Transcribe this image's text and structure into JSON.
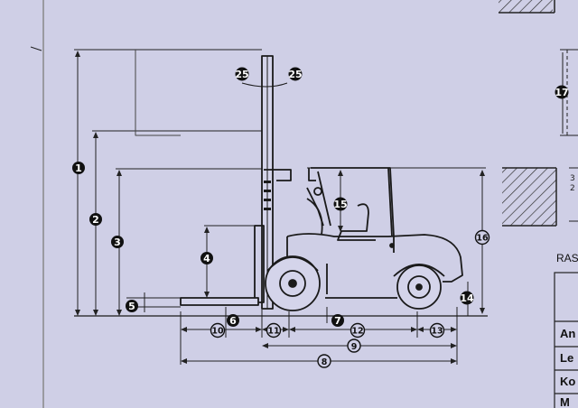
{
  "colors": {
    "background": "#c9c9e2",
    "page": "#cfcfe6",
    "ink": "#1a1a1a",
    "hatch": "#333333"
  },
  "dimension_labels": {
    "d1": "1",
    "d2": "2",
    "d3": "3",
    "d4": "4",
    "d5": "5",
    "d6": "6",
    "d7": "7",
    "d8": "8",
    "d9": "9",
    "d10": "10",
    "d11": "11",
    "d12": "12",
    "d13": "13",
    "d14": "14",
    "d15": "15",
    "d16": "16",
    "d17": "17",
    "d25a": "25",
    "d25b": "25"
  },
  "side_panel": {
    "partial_heading": "RAS",
    "table_rows": [
      "An",
      "Le",
      "Ko",
      "M"
    ]
  }
}
